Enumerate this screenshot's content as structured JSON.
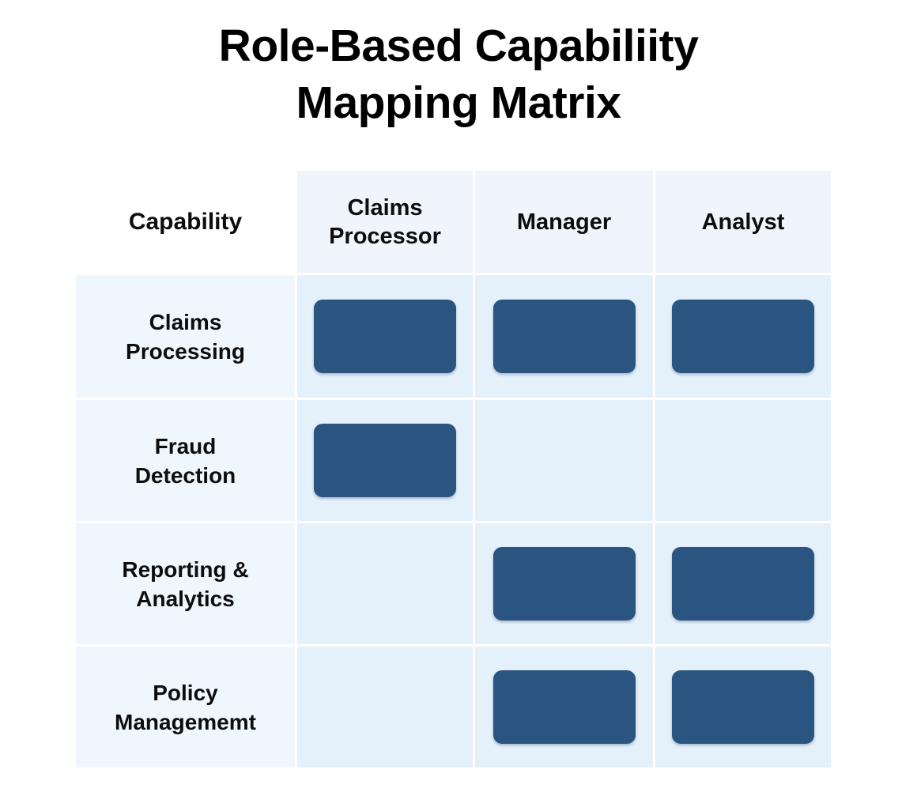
{
  "title": {
    "line1": "Role-Based Capabiliity",
    "line2": "Mapping Matrix"
  },
  "colors": {
    "marker_fill": "#2a5580",
    "header_cell_bg": "#eff5fb",
    "row_label_bg": "#eff7fd",
    "data_cell_bg": "#e4f0fa",
    "page_bg": "#ffffff",
    "text": "#0d0d0d"
  },
  "chart_data": {
    "type": "table",
    "title": "Role-Based Capabiliity Mapping Matrix",
    "xlabel": "",
    "ylabel": "",
    "columns": [
      "Capability",
      "Claims Processor",
      "Manager",
      "Analyst"
    ],
    "rows": [
      {
        "capability": "Claims\nProcessing",
        "values": [
          true,
          true,
          true
        ]
      },
      {
        "capability": "Fraud\nDetection",
        "values": [
          true,
          false,
          false
        ]
      },
      {
        "capability": "Reporting &\nAnalytics",
        "values": [
          false,
          true,
          true
        ]
      },
      {
        "capability": "Policy\nManagememt",
        "values": [
          false,
          true,
          true
        ]
      }
    ],
    "legend": [],
    "grid": false,
    "marker_meaning": "filled rounded rectangle = capability assigned to role"
  },
  "matrix": {
    "header": {
      "corner": "Capability",
      "col1": "Claims\nProcessor",
      "col2": "Manager",
      "col3": "Analyst"
    },
    "row_labels": {
      "r0": "Claims\nProcessing",
      "r1": "Fraud\nDetection",
      "r2": "Reporting &\nAnalytics",
      "r3": "Policy\nManagememt"
    }
  }
}
